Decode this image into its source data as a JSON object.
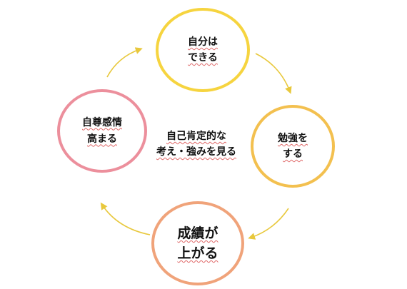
{
  "nodes": {
    "top": {
      "line1": "自分は",
      "line2": "できる",
      "color": "#f6d43f"
    },
    "right": {
      "line1": "勉強を",
      "line2": "する",
      "color": "#f3c04f"
    },
    "bottom": {
      "line1": "成績が",
      "line2": "上がる",
      "color": "#f0a37a"
    },
    "left": {
      "line1": "自尊感情",
      "line2": "高まる",
      "color": "#ec8f9c"
    }
  },
  "center": {
    "line1": "自己肯定的な",
    "line2": "考え・強みを見る"
  },
  "arrow_color": "#e8c83c"
}
